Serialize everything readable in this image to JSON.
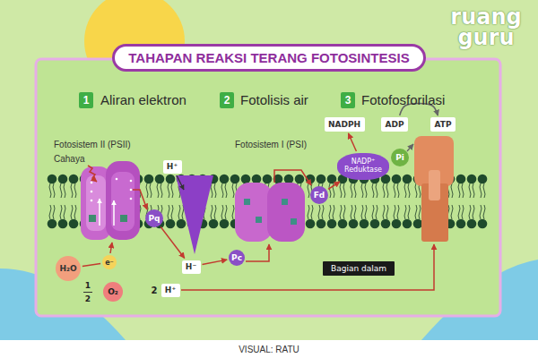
{
  "diagram": {
    "title": "TAHAPAN REAKSI TERANG FOTOSINTESIS",
    "caption": "VISUAL: RATU",
    "nodes": [
      {
        "text": [
          "1"
        ]
      },
      {
        "text": [
          "2"
        ]
      },
      {
        "text": [
          "3"
        ]
      },
      {
        "text": [
          "H⁺"
        ]
      },
      {
        "text": [
          "NADPH"
        ]
      },
      {
        "text": [
          "ADP"
        ]
      },
      {
        "text": [
          "ATP"
        ]
      },
      {
        "text": [
          "NADP⁺ Reduktase"
        ]
      },
      {
        "text": [
          "Fd"
        ]
      },
      {
        "text": [
          "Pi"
        ]
      },
      {
        "text": [
          "Pq"
        ]
      },
      {
        "text": [
          "H⁻"
        ]
      },
      {
        "text": [
          "Pc"
        ]
      },
      {
        "text": [
          "e⁻"
        ]
      },
      {
        "text": [
          "H₂O"
        ]
      },
      {
        "text": [
          "O₂"
        ]
      },
      {
        "text": [
          "H⁺"
        ]
      },
      {
        "text": [
          "Bagian dalam"
        ]
      }
    ],
    "edges": [
      {
        "from": 10,
        "to": 11,
        "arrow": "to"
      },
      {
        "from": 11,
        "to": 12,
        "arrow": "to"
      },
      {
        "from": 8,
        "to": 7,
        "arrow": "to"
      },
      {
        "from": 7,
        "to": 4,
        "arrow": "to"
      },
      {
        "from": 5,
        "to": 6,
        "arrow": "to"
      },
      {
        "from": 14,
        "to": 13,
        "arrow": "none"
      }
    ],
    "labels": [
      "ruang guru",
      "Aliran elektron",
      "Fotolisis air",
      "Fotofosforilasi",
      "Fotosistem II (PSII)",
      "Cahaya",
      "Fotosistem I (PSI)",
      "1",
      "2",
      "2"
    ]
  }
}
